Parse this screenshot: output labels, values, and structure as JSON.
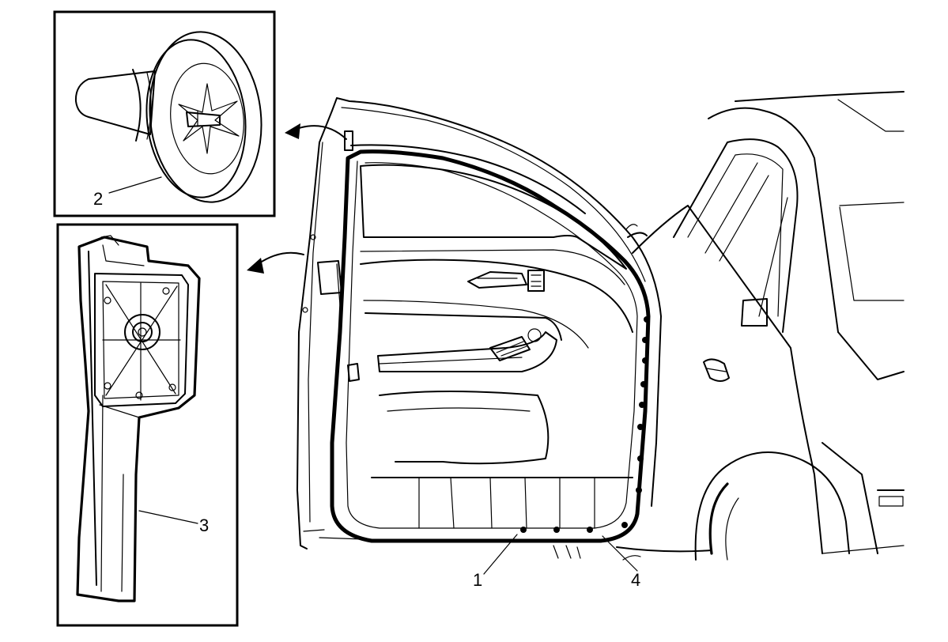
{
  "callouts": {
    "c1": "1",
    "c2": "2",
    "c3": "3",
    "c4": "4"
  },
  "icons": [
    "removal-arrow-icon",
    "pin-type-retainer-icon",
    "trim-bracket-icon"
  ]
}
